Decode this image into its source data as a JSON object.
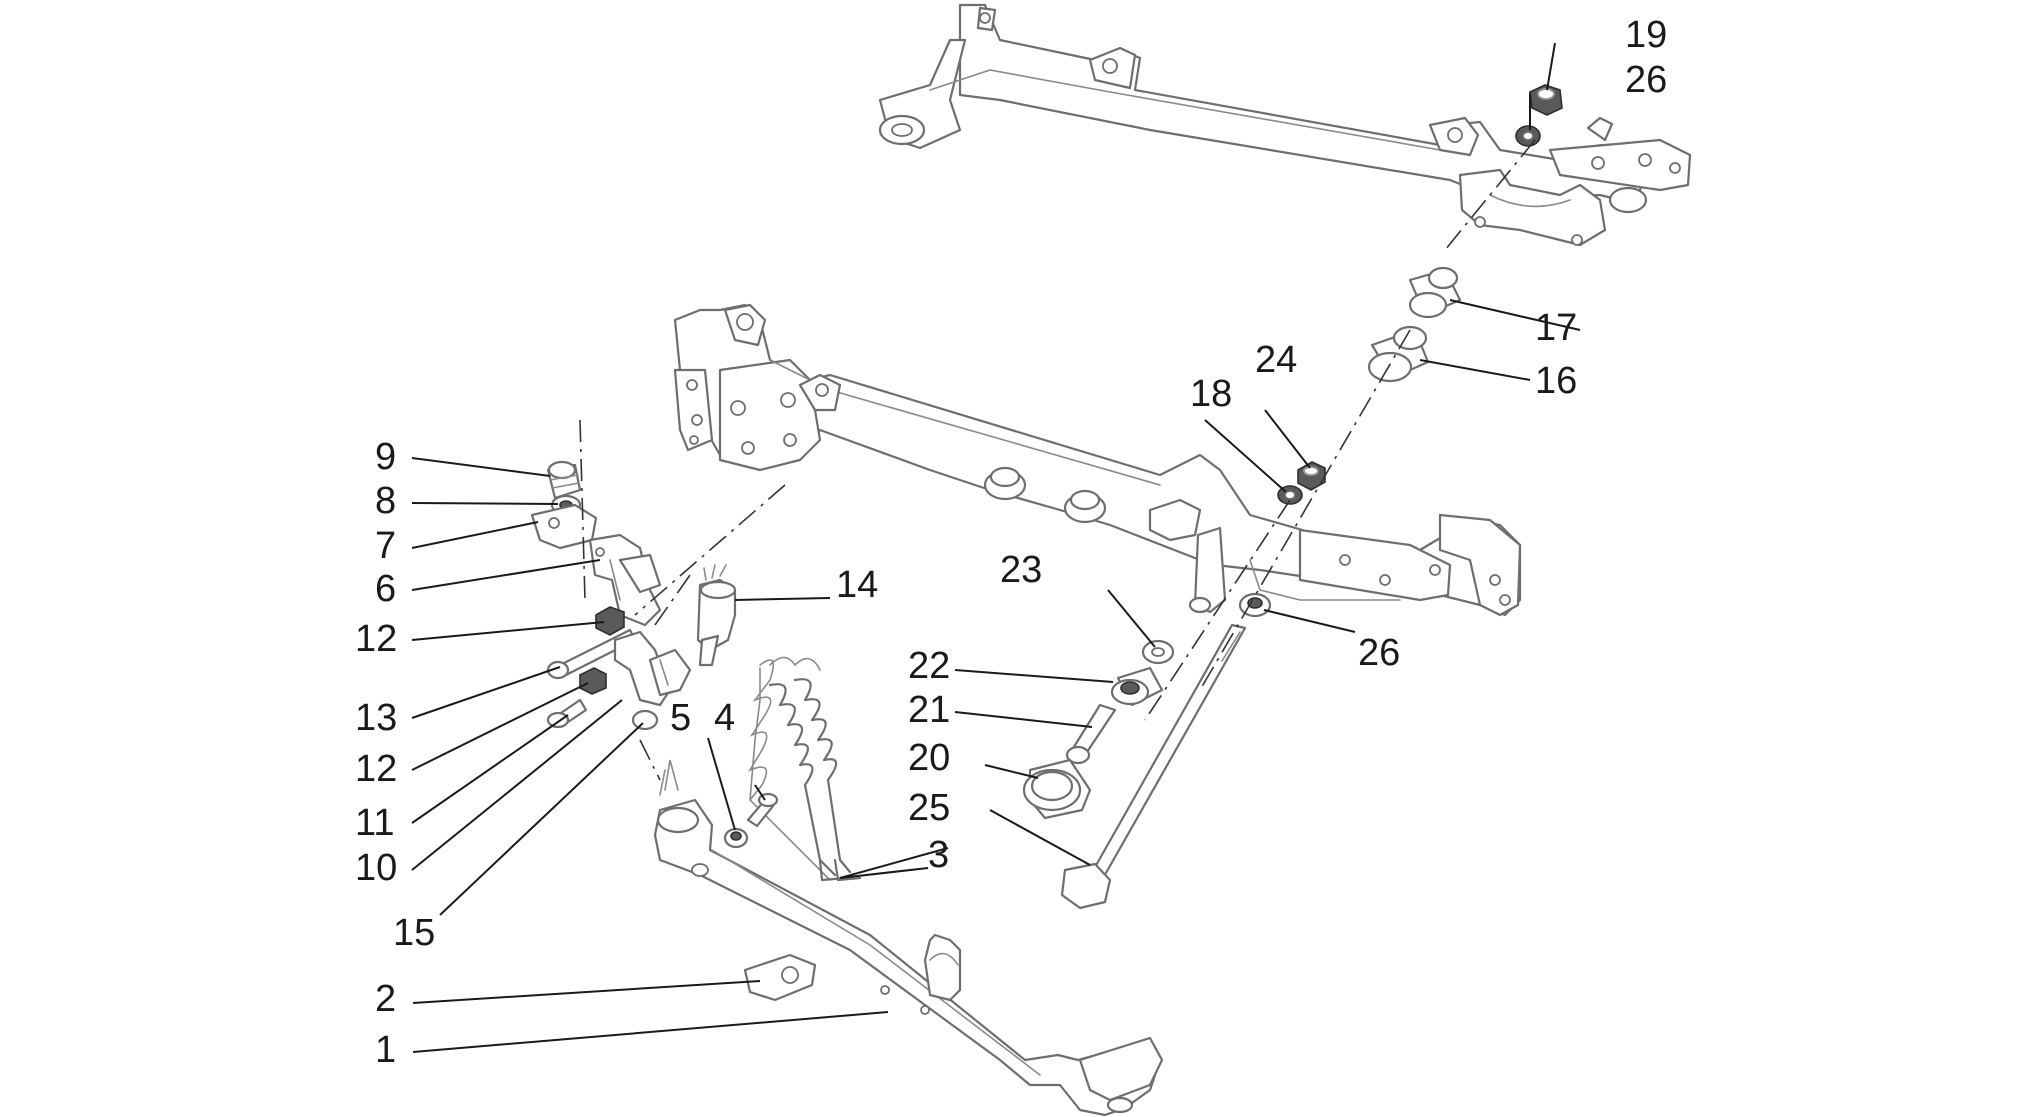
{
  "callouts": {
    "n1": "1",
    "n2": "2",
    "n3": "3",
    "n4": "4",
    "n5": "5",
    "n6": "6",
    "n7": "7",
    "n8": "8",
    "n9": "9",
    "n10": "10",
    "n11": "11",
    "n12a": "12",
    "n12b": "12",
    "n13": "13",
    "n14": "14",
    "n15": "15",
    "n16": "16",
    "n17": "17",
    "n18": "18",
    "n19": "19",
    "n20": "20",
    "n21": "21",
    "n22": "22",
    "n23": "23",
    "n24": "24",
    "n25": "25",
    "n26a": "26",
    "n26b": "26"
  }
}
